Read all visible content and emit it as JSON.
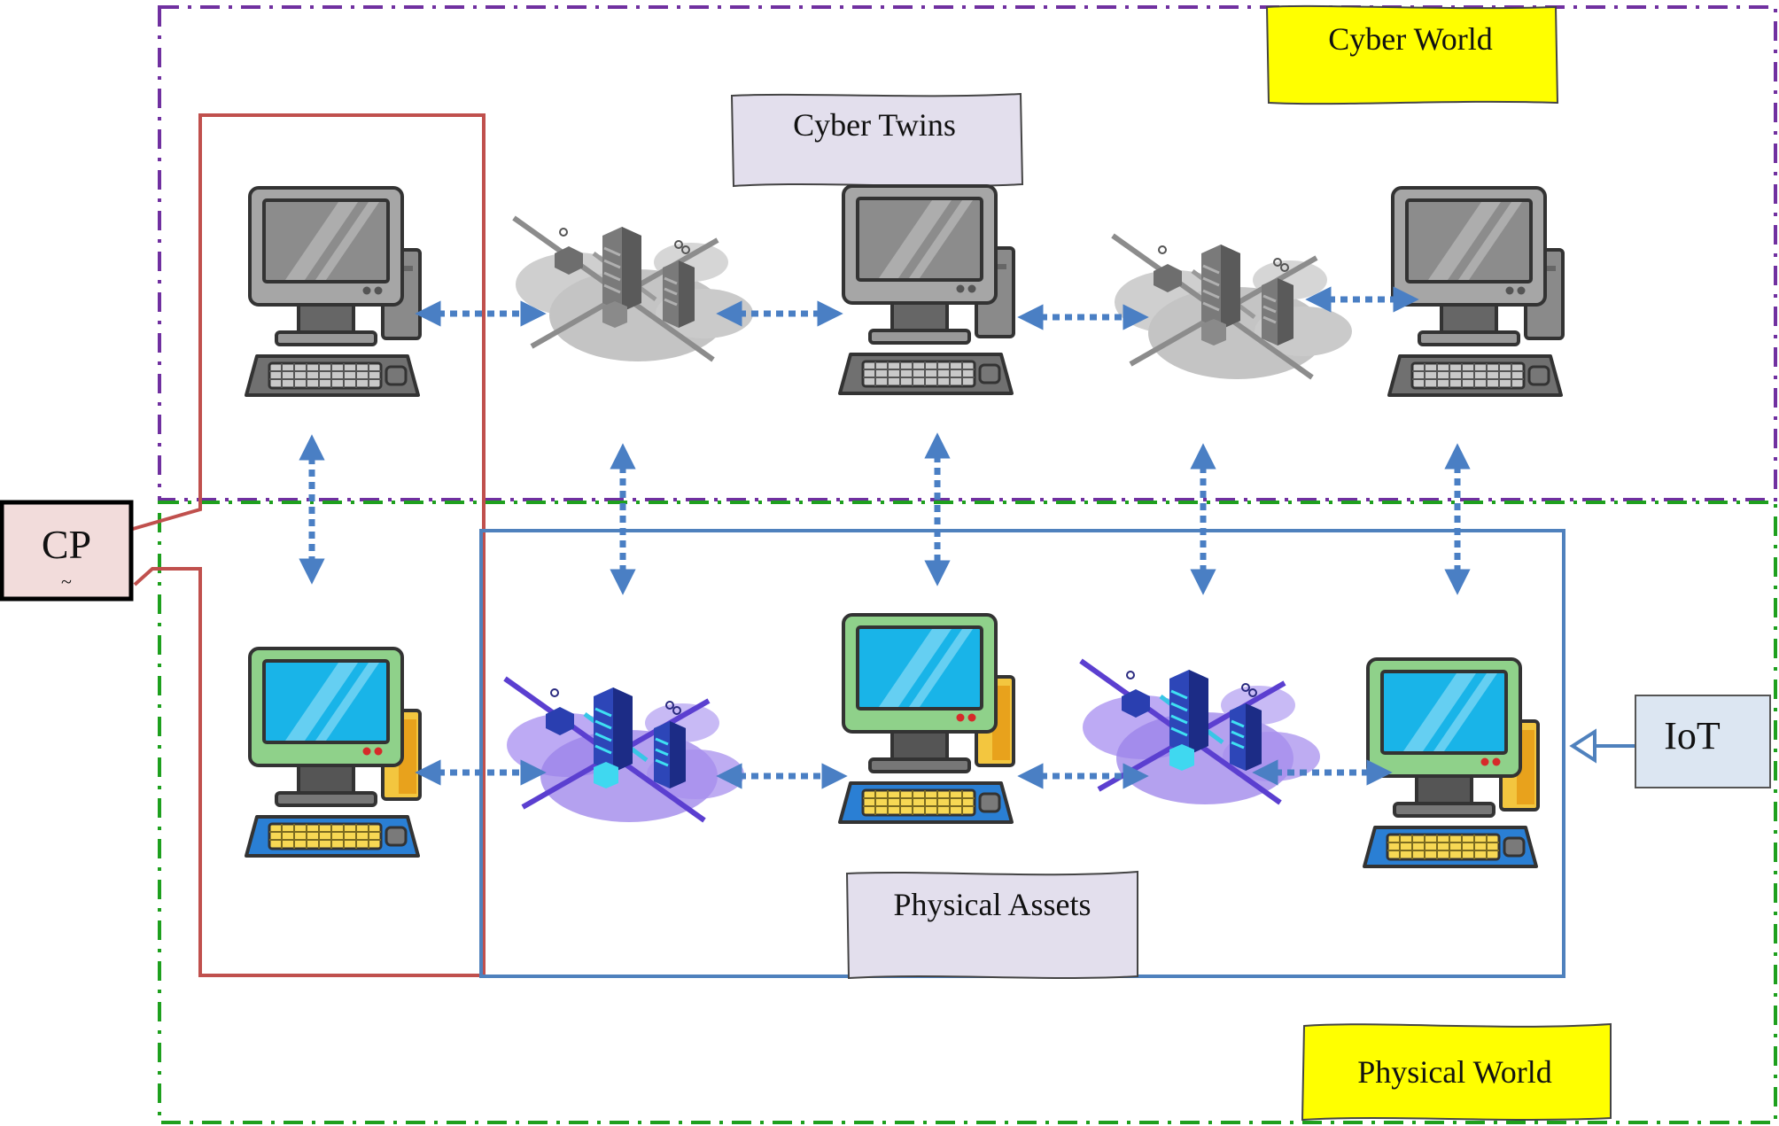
{
  "labels": {
    "cyber_world": "Cyber World",
    "cyber_twins": "Cyber Twins",
    "physical_assets": "Physical Assets",
    "physical_world": "Physical World",
    "cp": "CP",
    "cp_sub": "~",
    "iot": "IoT"
  },
  "colors": {
    "cyber_boundary": "#7030a0",
    "physical_boundary": "#1ea01e",
    "cp_bracket": "#c0504d",
    "assets_box": "#4f81bd",
    "arrow": "#4a7fc4",
    "highlight": "#ffff00",
    "tag_fill": "#e3dfed",
    "cp_fill": "#f2dcdb",
    "iot_fill": "#dce6f2",
    "twin_monitor": "#9a9a9a",
    "twin_screen": "#8a8a8a",
    "asset_monitor": "#8fd18a",
    "asset_screen": "#19b4e8",
    "asset_keyboard": "#2a7fd4",
    "asset_tower": "#f3c63f"
  },
  "icons": {
    "twin_computer": "computer-gray-icon",
    "twin_network": "server-network-gray-icon",
    "asset_computer": "computer-color-icon",
    "asset_network": "server-network-color-icon"
  }
}
